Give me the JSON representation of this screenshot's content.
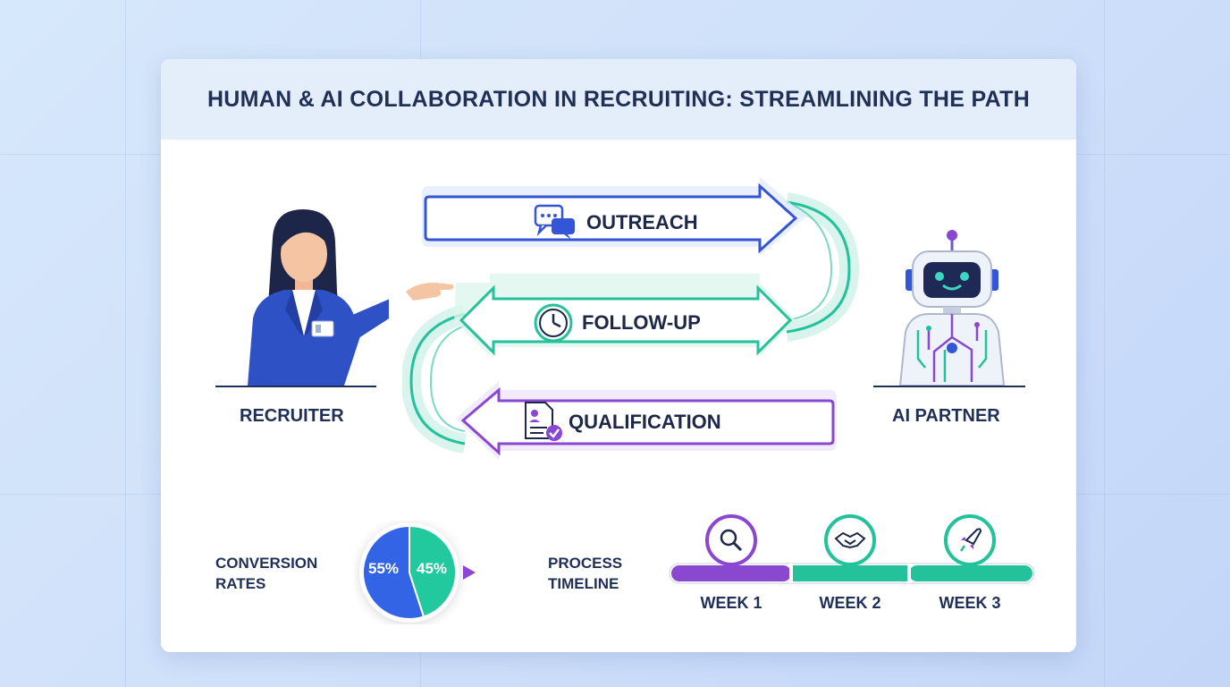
{
  "header": {
    "title": "HUMAN & AI COLLABORATION IN RECRUITING: STREAMLINING THE PATH"
  },
  "actors": {
    "recruiter": {
      "label": "RECRUITER",
      "icon": "recruiter-woman-icon"
    },
    "ai_partner": {
      "label": "AI PARTNER",
      "icon": "robot-icon"
    }
  },
  "flow": [
    {
      "label": "OUTREACH",
      "direction": "right",
      "color": "#3456d6",
      "icon": "chat-bubbles-icon"
    },
    {
      "label": "FOLLOW-UP",
      "direction": "both",
      "color": "#23c29a",
      "icon": "clock-icon"
    },
    {
      "label": "QUALIFICATION",
      "direction": "left",
      "color": "#8a47cf",
      "icon": "resume-check-icon"
    }
  ],
  "conversion": {
    "label_line1": "CONVERSION",
    "label_line2": "RATES",
    "chart_data": {
      "type": "pie",
      "slices": [
        {
          "label": "55%",
          "value": 55,
          "color": "#3464e6"
        },
        {
          "label": "45%",
          "value": 45,
          "color": "#22c99e"
        }
      ]
    }
  },
  "timeline": {
    "label_line1": "PROCESS",
    "label_line2": "TIMELINE",
    "weeks": [
      {
        "label": "WEEK 1",
        "icon": "magnifier-icon",
        "color": "#8a47cf"
      },
      {
        "label": "WEEK 2",
        "icon": "handshake-icon",
        "color": "#23c29a"
      },
      {
        "label": "WEEK 3",
        "icon": "rocket-icon",
        "color": "#23c29a"
      }
    ]
  }
}
